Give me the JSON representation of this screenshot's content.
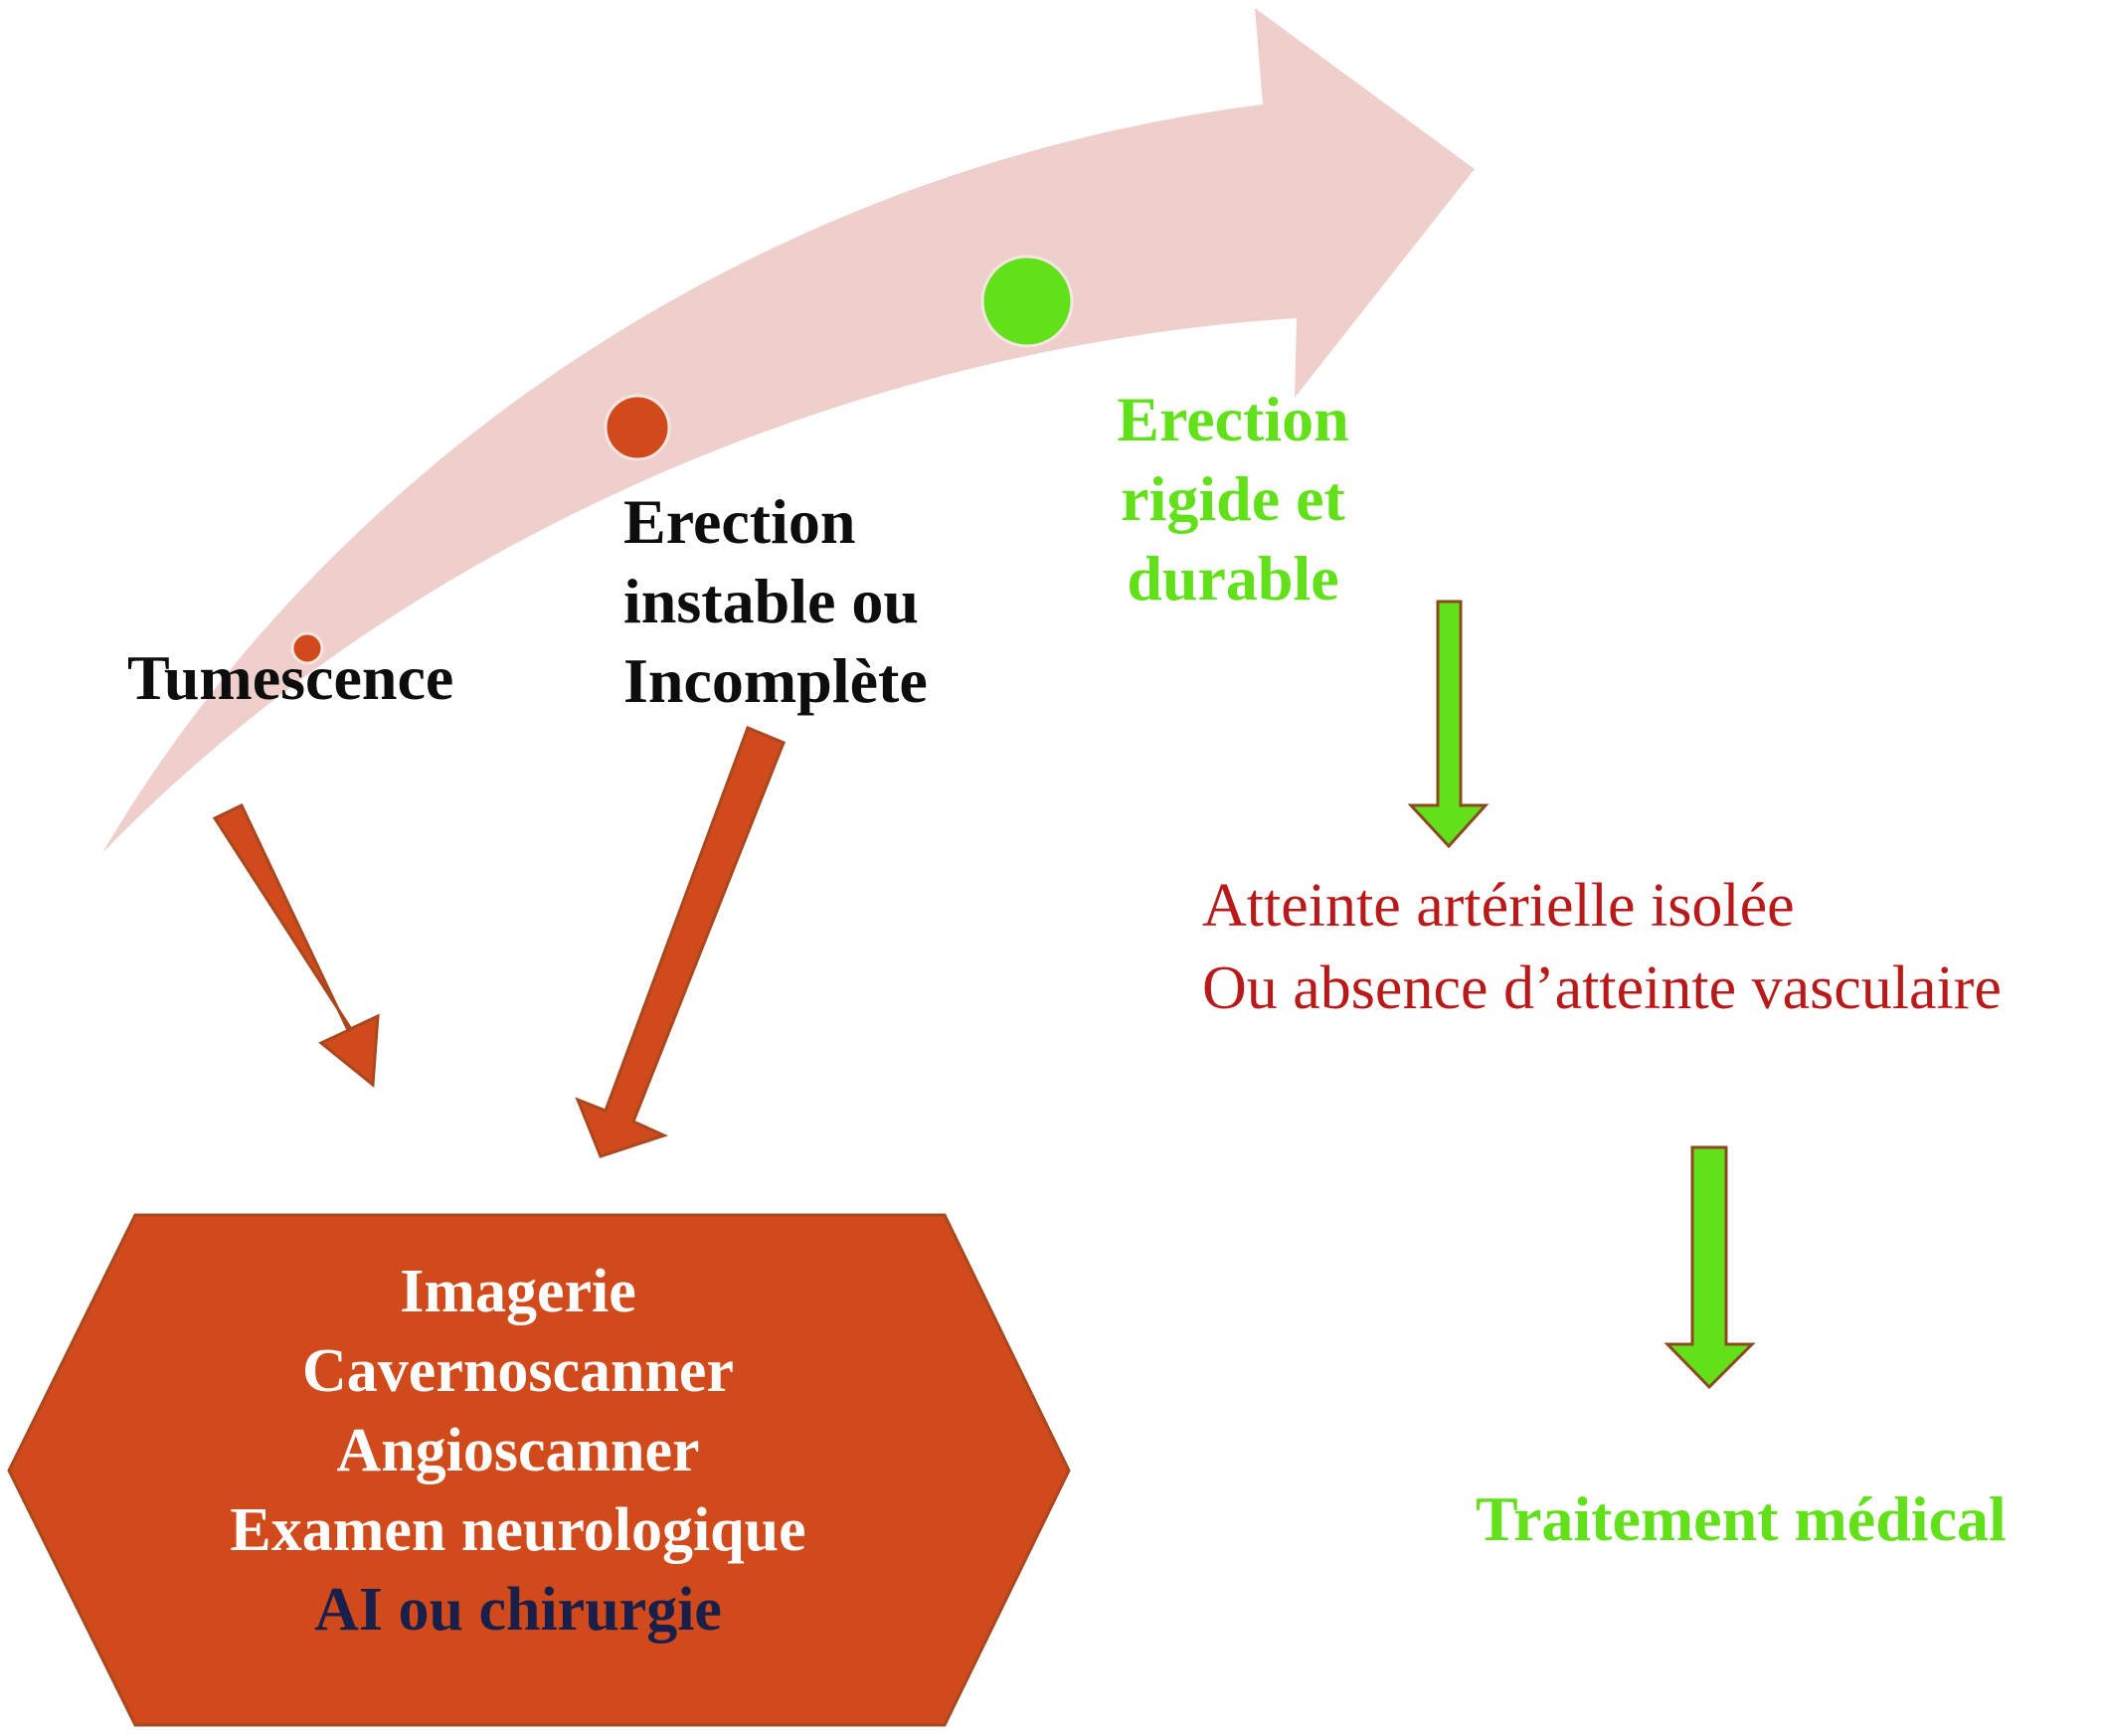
{
  "colors": {
    "big_arrow": "#efcfcb",
    "orange": "#d14a1b",
    "orange_stroke": "#a9481e",
    "green": "#62e11b",
    "green_stroke": "#4a9a17",
    "red_text": "#b81a1a",
    "navy_text": "#1a1f4a",
    "black_text": "#0d0d0d"
  },
  "stages": {
    "tumescence": "Tumescence",
    "incomplete": [
      "Erection",
      "instable ou",
      "Incomplète"
    ],
    "rigid": [
      "Erection",
      "rigide et",
      "durable"
    ]
  },
  "result": {
    "lines": [
      "Atteinte artérielle isolée",
      "Ou absence d’atteinte vasculaire"
    ]
  },
  "treatment": "Traitement médical",
  "workup": {
    "lines": [
      "Imagerie",
      "Cavernoscanner",
      "Angioscanner",
      "Examen neurologique"
    ],
    "last_line": "AI ou chirurgie"
  },
  "icons": {
    "dot_tumescence": "small-orange-dot",
    "dot_incomplete": "medium-orange-dot",
    "dot_rigid": "large-green-dot"
  }
}
